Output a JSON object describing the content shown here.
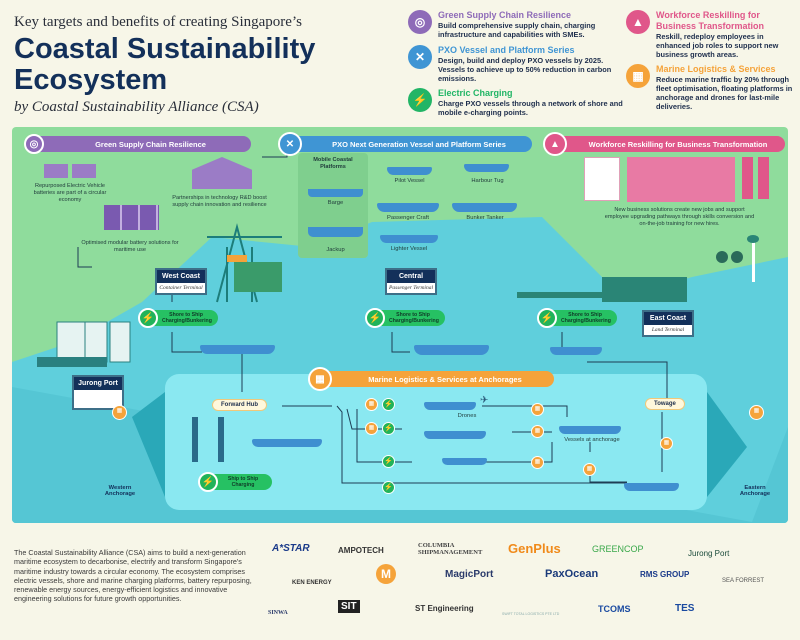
{
  "header": {
    "kicker": "Key targets and benefits of creating Singapore’s",
    "title": "Coastal Sustainability Ecosystem",
    "byline": "by Coastal Sustainability Alliance (CSA)"
  },
  "key_targets": [
    {
      "title": "Green Supply Chain Resilience",
      "text": "Build comprehensive supply chain, charging infrastructure and capabilities with SMEs.",
      "color": "#8e6bb8",
      "icon": "battery-cycle-icon"
    },
    {
      "title": "PXO Vessel and Platform Series",
      "text": "Design, build and deploy PXO vessels by 2025. Vessels to achieve up to 50% reduction in carbon emissions.",
      "color": "#3f95d4",
      "icon": "tools-icon"
    },
    {
      "title": "Electric Charging",
      "text": "Charge PXO vessels through a network of shore and mobile e-charging points.",
      "color": "#22b566",
      "icon": "lightning-icon"
    },
    {
      "title": "Workforce Reskilling for Business Transformation",
      "text": "Reskill, redeploy employees in enhanced job roles to support new business growth areas.",
      "color": "#e0578a",
      "icon": "hardhat-icon"
    },
    {
      "title": "Marine Logistics & Services",
      "text": "Reduce marine traffic by 20% through fleet optimisation, floating platforms in anchorage and drones for last-mile deliveries.",
      "color": "#f5a33a",
      "icon": "container-icon"
    }
  ],
  "map": {
    "sections": {
      "green": "Green Supply Chain Resilience",
      "pxo": "PXO Next Generation Vessel and Platform Series",
      "workforce": "Workforce Reskilling for Business Transformation",
      "marine": "Marine Logistics & Services at Anchorages"
    },
    "green_texts": {
      "batteries": "Repurposed Electric Vehicle batteries are part of a circular economy",
      "modular": "Optimised modular battery solutions for maritime use",
      "partnerships": "Partnerships in technology R&D boost supply chain innovation and resilience"
    },
    "mobile_platforms": {
      "title": "Mobile Coastal Platforms",
      "barge": "Barge",
      "jackup": "Jackup"
    },
    "vessels": {
      "pilot": "Pilot Vessel",
      "tug": "Harbour Tug",
      "passenger": "Passenger Craft",
      "bunker": "Bunker Tanker",
      "lighter": "Lighter Vessel"
    },
    "workforce_text": "New business solutions create new jobs and support employee upgrading pathways through skills conversion and on-the-job training for new hires.",
    "terminals": {
      "west": {
        "name": "West Coast",
        "type": "Container Terminal"
      },
      "central": {
        "name": "Central",
        "type": "Passenger Terminal"
      },
      "east": {
        "name": "East Coast",
        "type": "Land Terminal"
      },
      "jurong": "Jurong Port"
    },
    "charging_label": "Shore to Ship Charging/Bunkering",
    "ship_charging": "Ship to Ship Charging",
    "forward_hub": "Forward Hub",
    "towage": "Towage",
    "drones": "Drones",
    "vessels_anchorage": "Vessels at anchorage",
    "western": "Western Anchorage",
    "eastern": "Eastern Anchorage"
  },
  "footer": {
    "description": "The Coastal Sustainability Alliance (CSA) aims to build a next-generation maritime ecosystem to decarbonise, electrify and transform Singapore's maritime industry towards a circular economy. The ecosystem comprises electric vessels, shore and marine charging platforms, battery repurposing, renewable energy sources, energy-efficient logistics and innovative engineering solutions for future growth opportunities.",
    "partners": [
      "A*STAR",
      "AMPOTECH",
      "COLUMBIA SHIPMANAGEMENT",
      "GenPlus",
      "GREENCOP",
      "Jurong Port",
      "KEN ENERGY",
      "M",
      "MagicPort",
      "PaxOcean",
      "RMS GROUP",
      "SEA FORREST",
      "SINWA",
      "SIT",
      "ST Engineering",
      "SWIFT TOTAL LOGISTICS PTE LTD",
      "TCOMS",
      "TES"
    ]
  }
}
